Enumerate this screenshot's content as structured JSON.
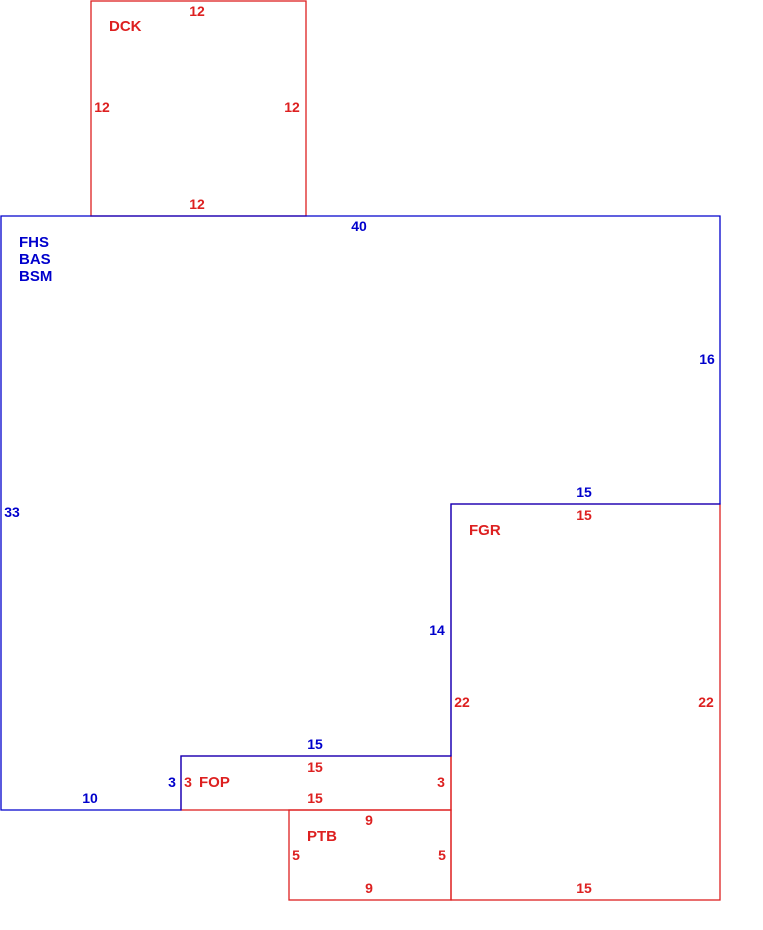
{
  "colors": {
    "main": "#0000cc",
    "addition": "#dd2020",
    "background": "#ffffff"
  },
  "dck": {
    "code": "DCK",
    "top": "12",
    "left": "12",
    "right": "12",
    "bottom": "12"
  },
  "main": {
    "code_1": "FHS",
    "code_2": "BAS",
    "code_3": "BSM",
    "top": "40",
    "right": "16",
    "left": "33",
    "step_top": "15",
    "step_left": "14",
    "bottom_left": "10",
    "fop_top": "15",
    "fop_side": "3"
  },
  "fgr": {
    "code": "FGR",
    "top": "15",
    "left": "22",
    "right": "22",
    "bottom": "15"
  },
  "fop": {
    "code": "FOP",
    "top": "15",
    "left": "3",
    "right": "3",
    "bottom": "15"
  },
  "ptb": {
    "code": "PTB",
    "top": "9",
    "left": "5",
    "right": "5",
    "bottom": "9"
  }
}
